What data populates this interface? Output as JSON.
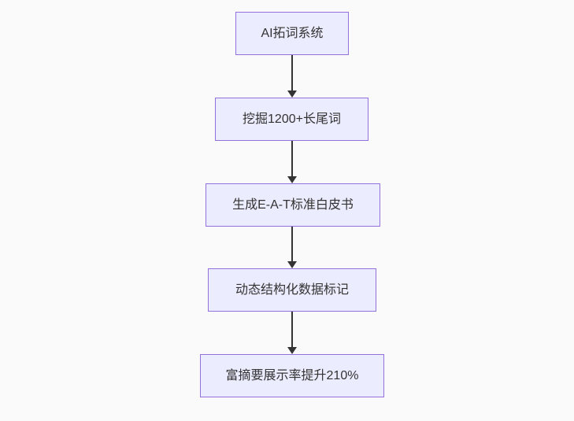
{
  "diagram": {
    "type": "flowchart",
    "direction": "top-down",
    "colors": {
      "node_fill": "#ececff",
      "node_border": "#9370db",
      "node_text": "#333333",
      "edge": "#333333",
      "background": "#fafafa"
    },
    "nodes": [
      {
        "id": "A",
        "label": "AI拓词系统"
      },
      {
        "id": "B",
        "label": "挖掘1200+长尾词"
      },
      {
        "id": "C",
        "label": "生成E-A-T标准白皮书"
      },
      {
        "id": "D",
        "label": "动态结构化数据标记"
      },
      {
        "id": "E",
        "label": "富摘要展示率提升210%"
      }
    ],
    "edges": [
      {
        "from": "A",
        "to": "B",
        "style": "arrow"
      },
      {
        "from": "B",
        "to": "C",
        "style": "arrow"
      },
      {
        "from": "C",
        "to": "D",
        "style": "arrow"
      },
      {
        "from": "D",
        "to": "E",
        "style": "arrow"
      }
    ]
  }
}
